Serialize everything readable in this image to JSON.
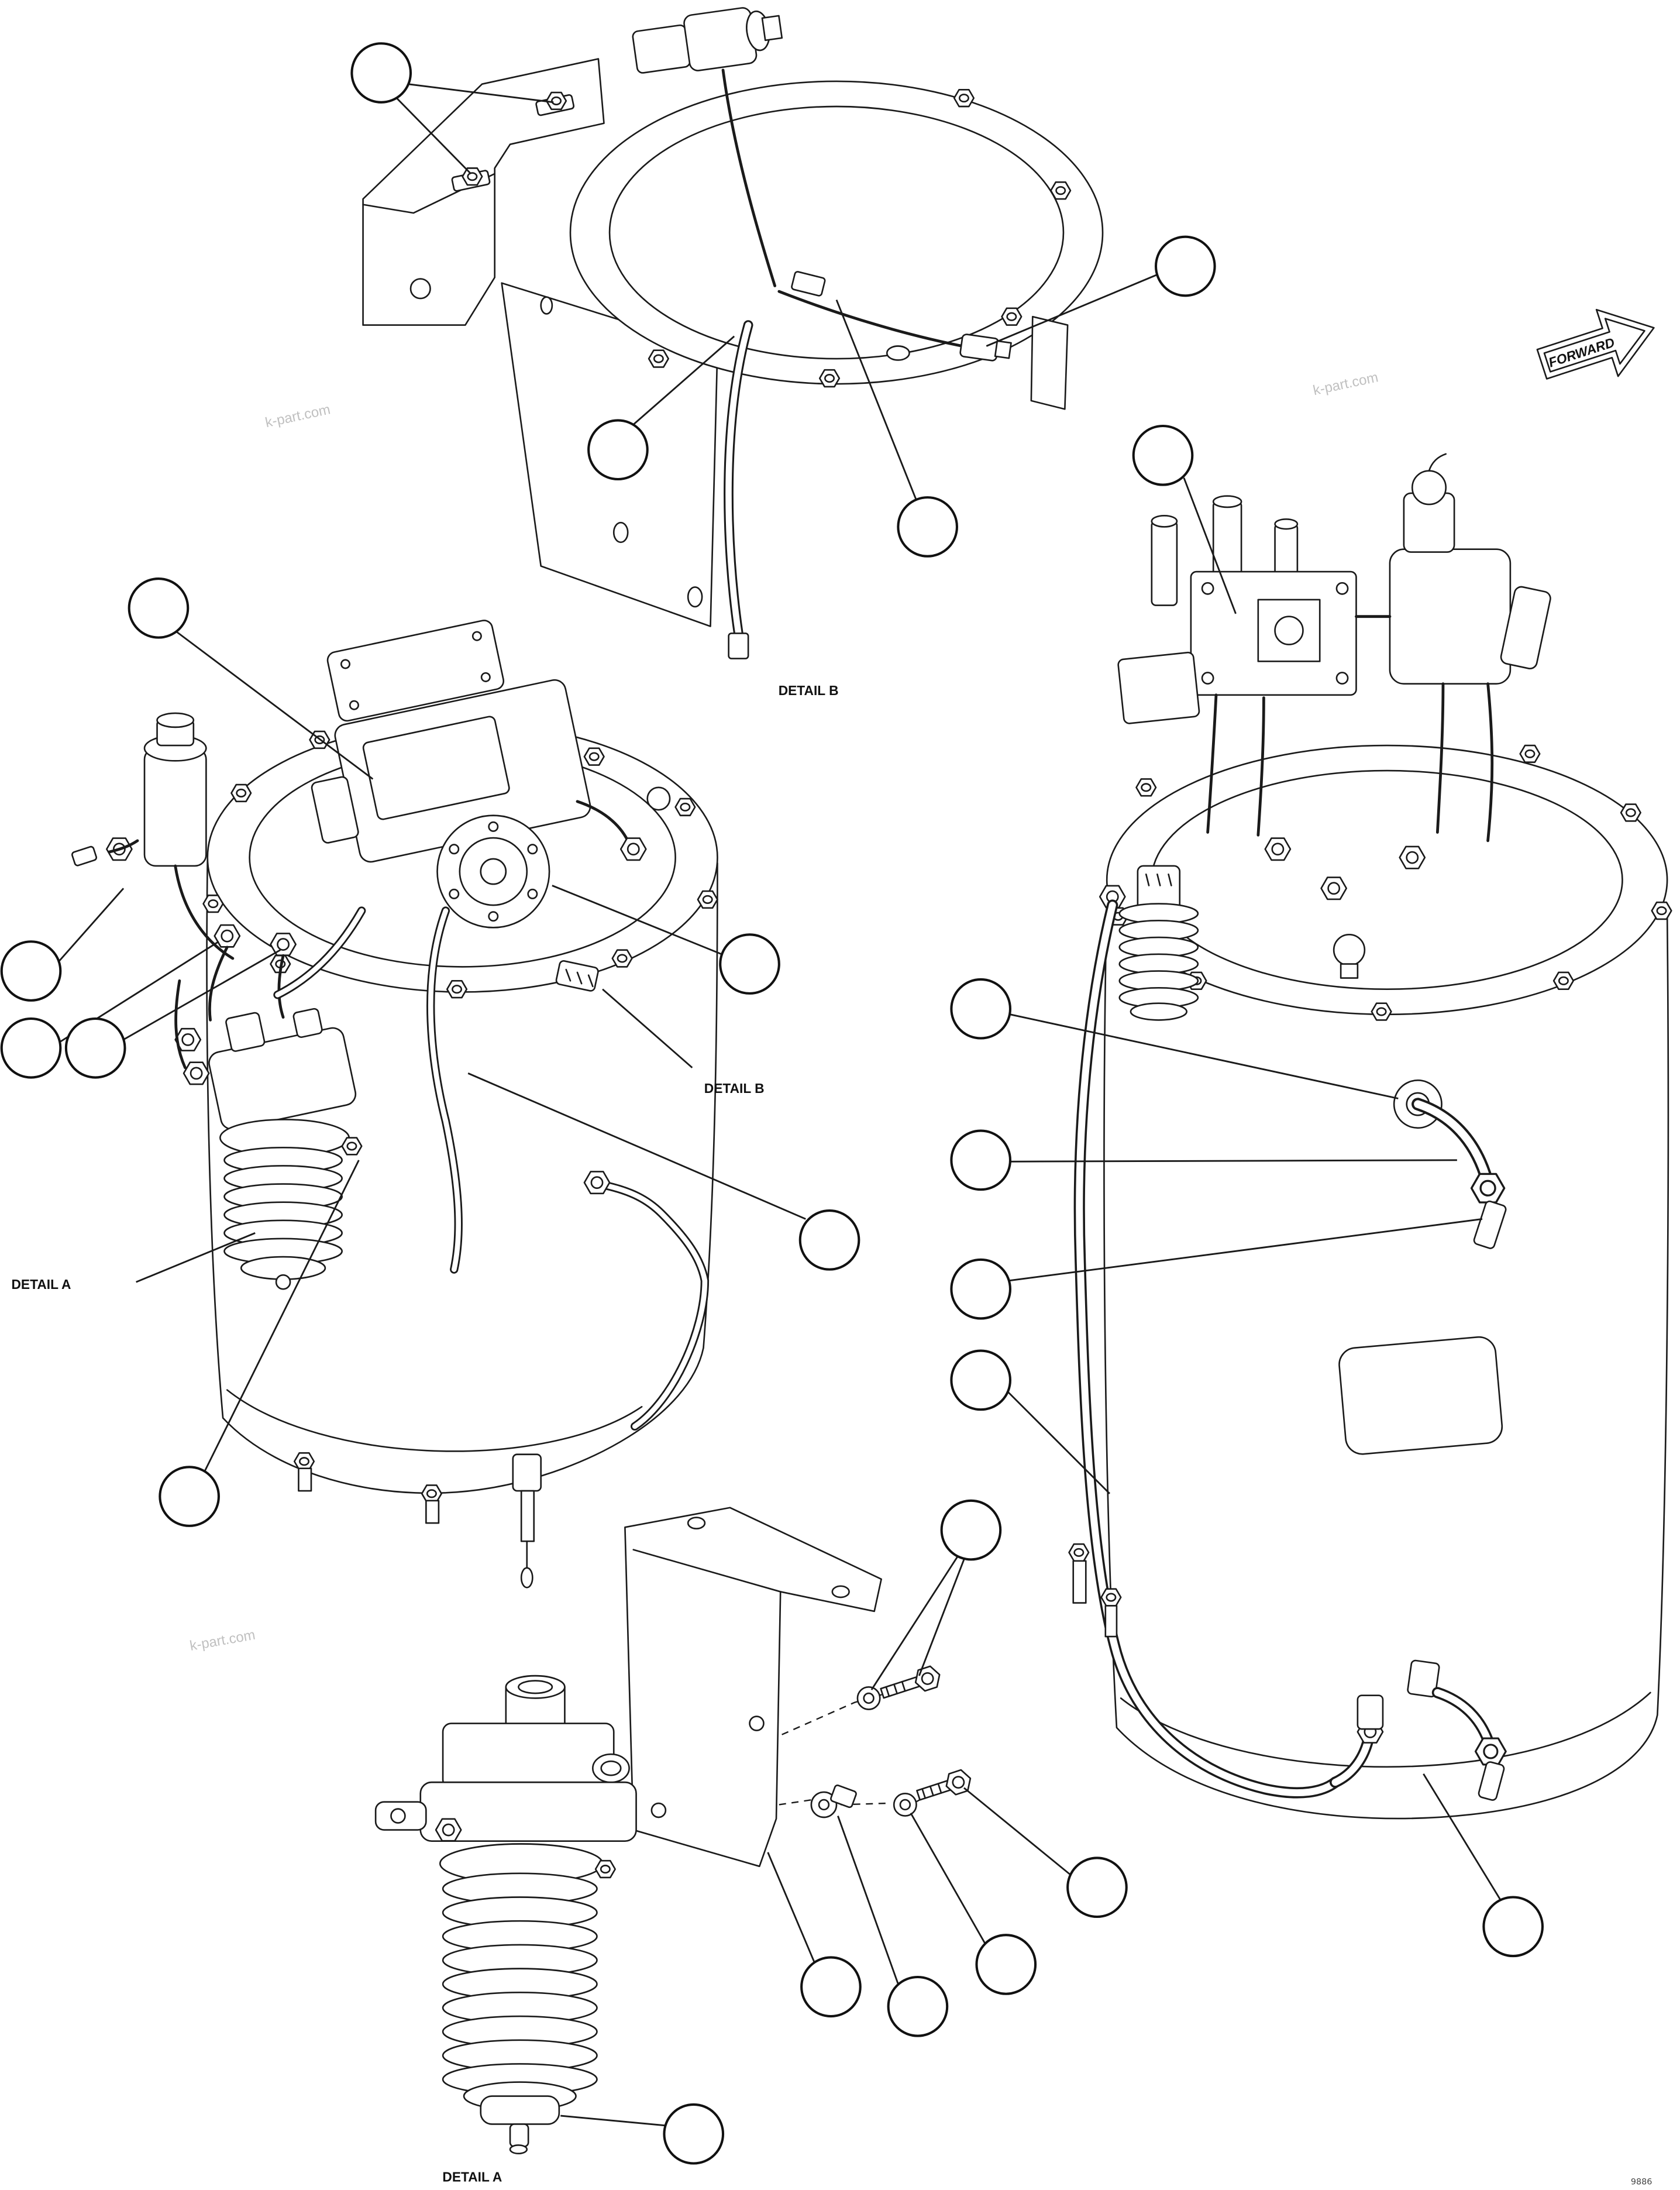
{
  "page": {
    "background": "#ffffff",
    "ink": "#1a1a1a",
    "watermark_color": "#c0c0c0",
    "footer_code": "9886"
  },
  "labels": {
    "detail_b_top": "DETAIL B",
    "detail_b_left": "DETAIL B",
    "detail_a_left": "DETAIL A",
    "detail_a_bottom": "DETAIL A"
  },
  "forward_arrow": {
    "label": "FORWARD"
  },
  "watermark": {
    "text": "k-part.com"
  },
  "callouts": {
    "style": "empty-circle",
    "count": 23
  }
}
